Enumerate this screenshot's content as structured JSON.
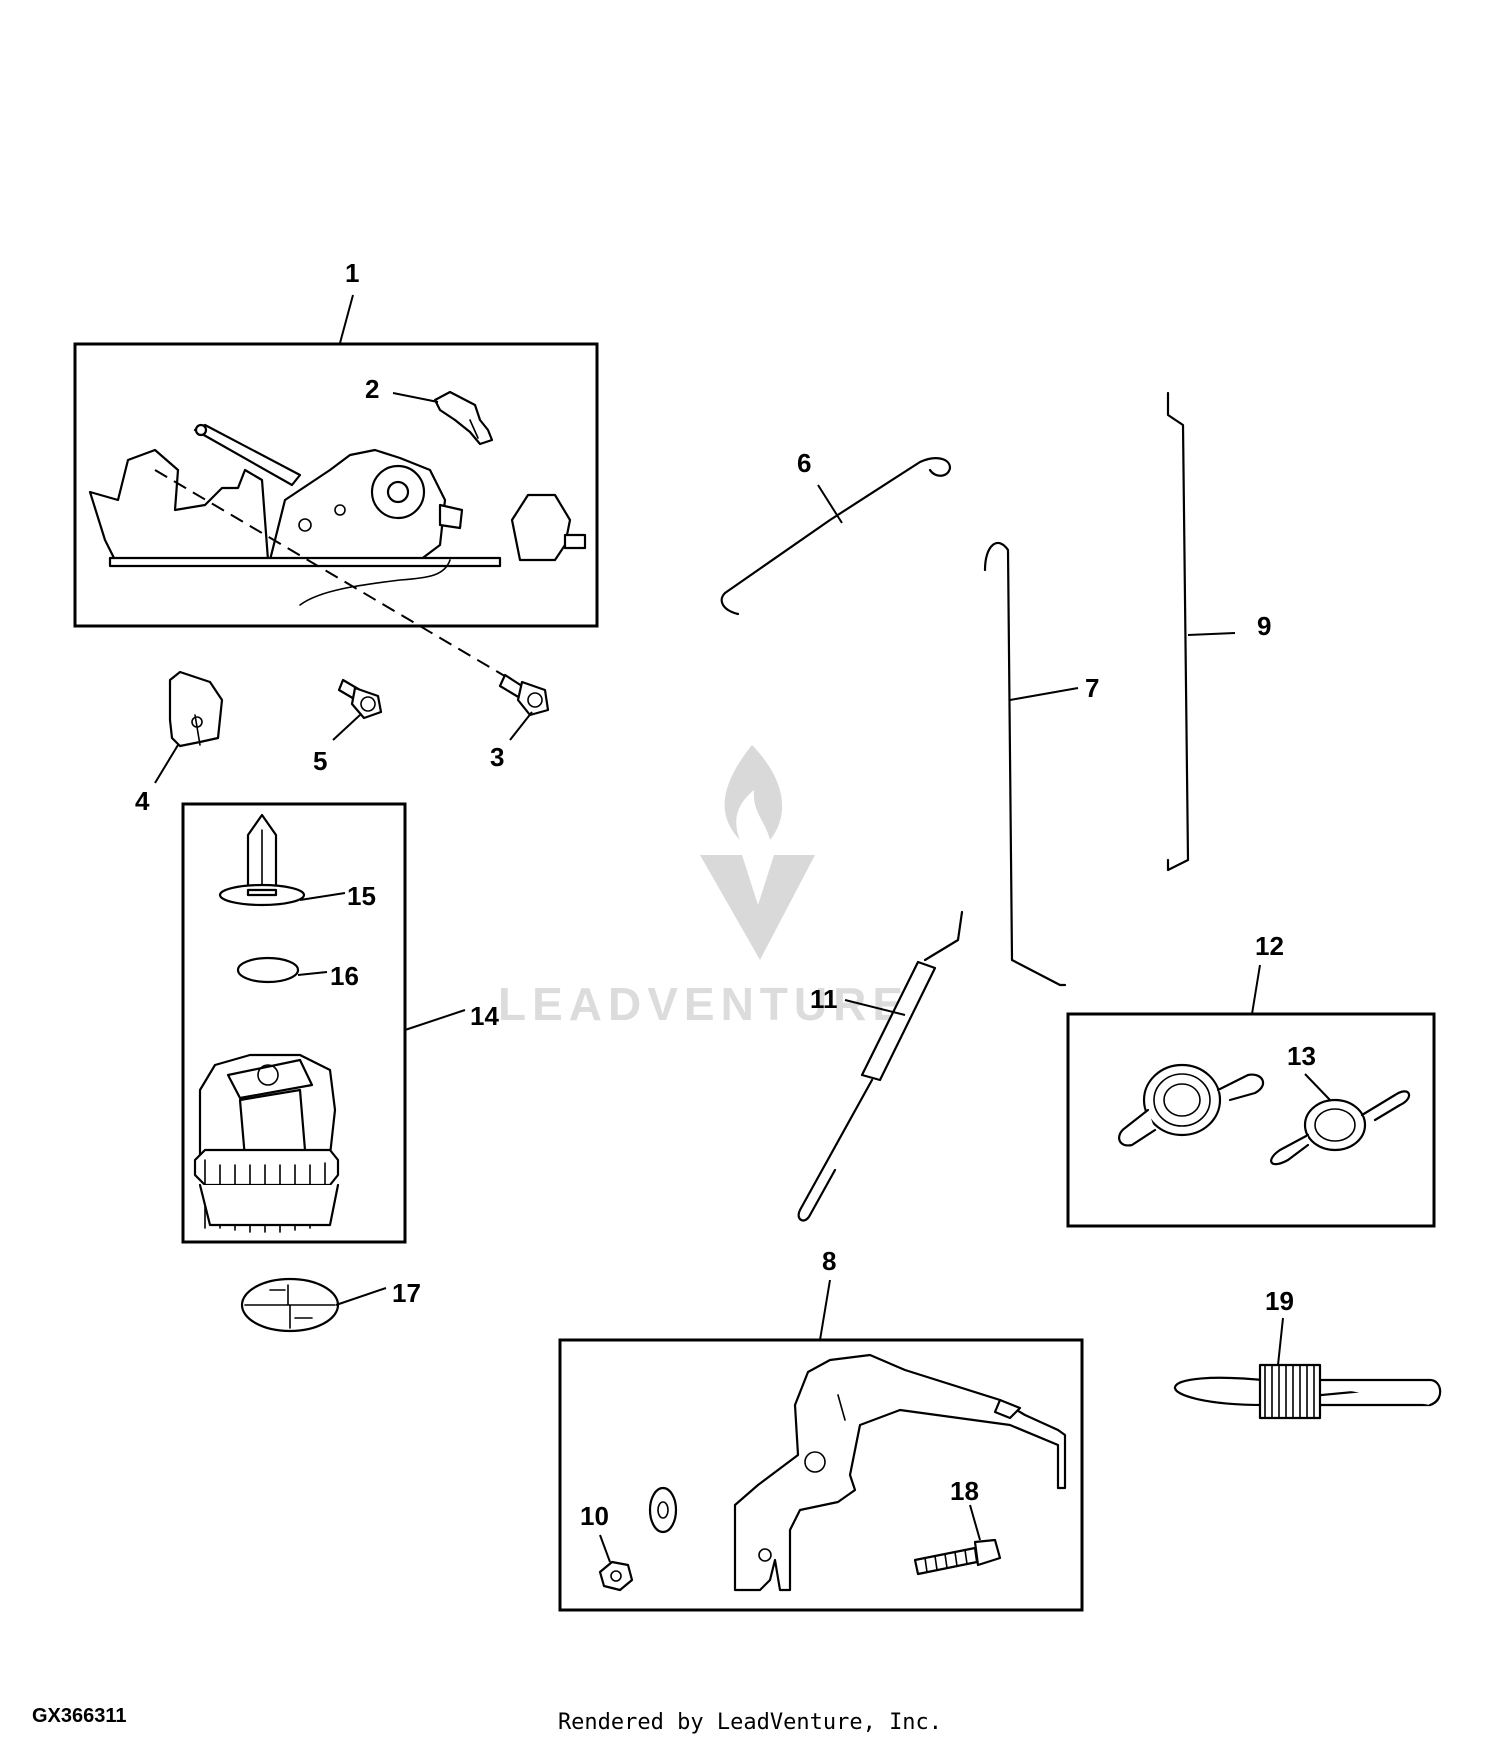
{
  "diagram": {
    "id_code": "GX366311",
    "footer_text": "Rendered by LeadVenture, Inc.",
    "watermark_text": "LEADVENTURE",
    "callouts": [
      "1",
      "2",
      "3",
      "4",
      "5",
      "6",
      "7",
      "8",
      "9",
      "10",
      "11",
      "12",
      "13",
      "14",
      "15",
      "16",
      "17",
      "18",
      "19"
    ]
  }
}
